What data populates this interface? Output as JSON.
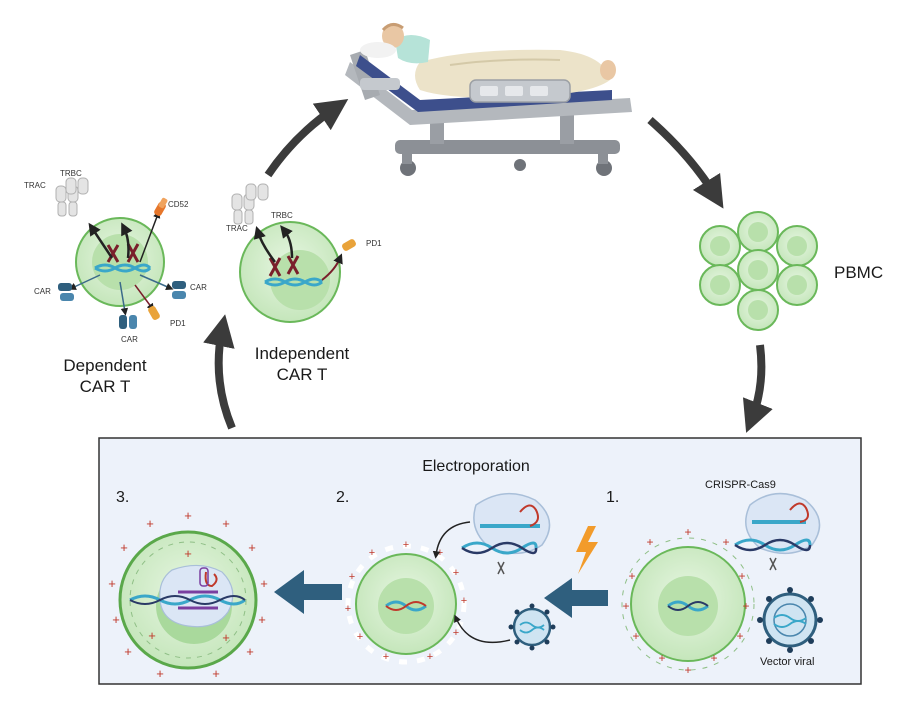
{
  "cells": {
    "dependent_title_line1": "Dependent",
    "dependent_title_line2": "CAR T",
    "independent_title_line1": "Independent",
    "independent_title_line2": "CAR T",
    "pbmc": "PBMC"
  },
  "receptors": {
    "trac": "TRAC",
    "trbc": "TRBC",
    "cd52": "CD52",
    "car": "CAR",
    "pd1": "PD1"
  },
  "electroporation": {
    "title": "Electroporation",
    "step1": "1.",
    "step2": "2.",
    "step3": "3.",
    "crispr": "CRISPR-Cas9",
    "vector": "Vector viral"
  },
  "colors": {
    "cell_fill": "#d6efcf",
    "cell_stroke": "#5aa84a",
    "nucleus": "#a9d99c",
    "panel_bg": "#edf2fa",
    "arrow_blue": "#2f5f7e",
    "flow_arrow": "#3b3b3b",
    "plus": "#c0392b",
    "dna_blue": "#3aa7c9"
  }
}
